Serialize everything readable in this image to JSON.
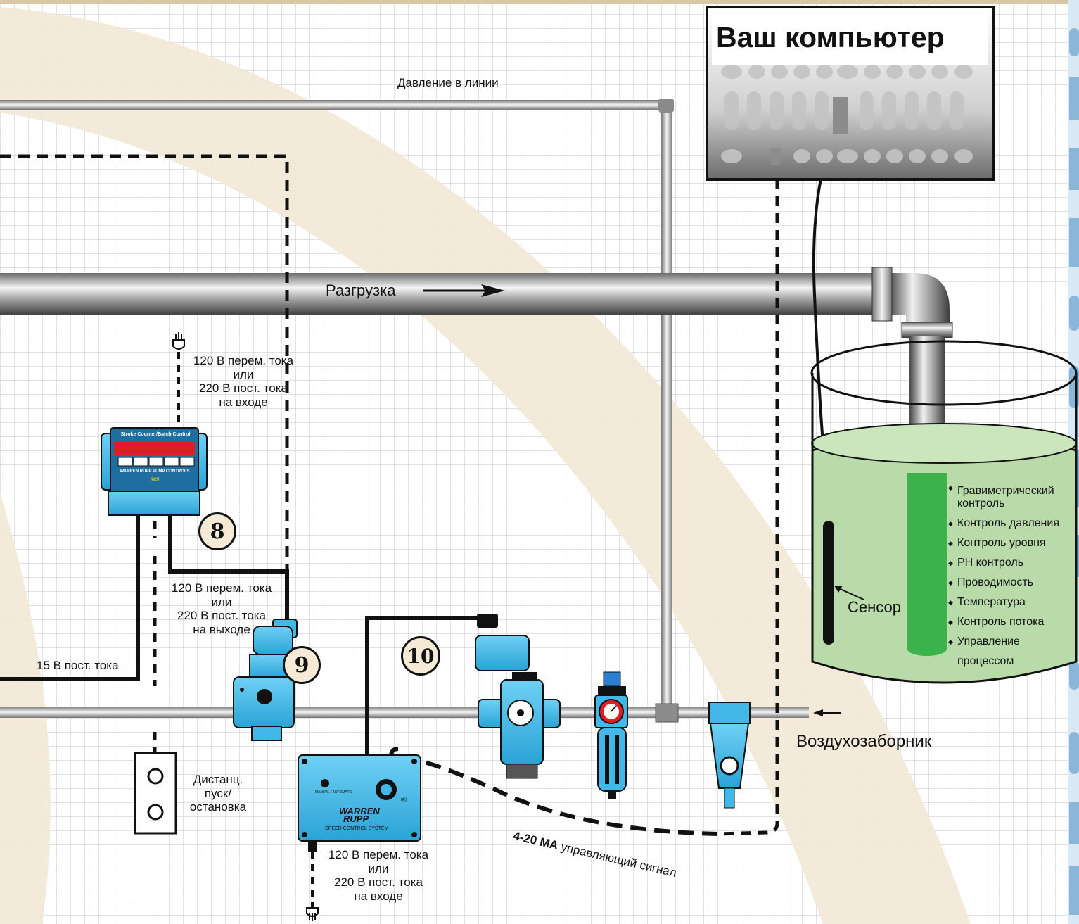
{
  "computer": {
    "title": "Ваш компьютер"
  },
  "labels": {
    "line_pressure": "Давление в линии",
    "discharge": "Разгрузка",
    "air_intake": "Воздухозаборник",
    "sensor": "Сенсор",
    "dc15": "15 В пост. тока",
    "remote": [
      "Дистанц.",
      "пуск/",
      "остановка"
    ],
    "power_in_top": [
      "120 В перем. тока",
      "или",
      "220 В пост. тока",
      "на входе"
    ],
    "power_out": [
      "120 В перем. тока",
      "или",
      "220 В пост. тока",
      "на выходе"
    ],
    "power_in_bottom": [
      "120 В перем. тока",
      "или",
      "220 В пост. тока",
      "на входе"
    ],
    "signal_bold": "4-20 MA",
    "signal_rest": "управляющий сигнал"
  },
  "badges": {
    "b8": "8",
    "b9": "9",
    "b10": "10"
  },
  "controller": {
    "title": "Stroke Counter/Batch Control",
    "brand": "WARREN RUPP PUMP CONTROLS",
    "logo": "RCX"
  },
  "speed_control": {
    "mode": "MANUAL / AUTOMATIC",
    "brand_line1": "WARREN",
    "brand_line2": "RUPP",
    "system": "SPEED CONTROL SYSTEM",
    "reg": "®"
  },
  "features": [
    "Гравиметрический контроль",
    "Контроль давления",
    "Контроль уровня",
    "PH контроль",
    "Проводимость",
    "Температура",
    "Контроль потока",
    "Управление процессом"
  ],
  "colors": {
    "grid": "#c8c8c8",
    "swoosh": "#f3eadb",
    "device_blue": "#41b8e8",
    "liquid": "#b9dba9",
    "probe_green": "#3cb34a",
    "pipe_dark": "#4e4e4e",
    "pipe_light": "#cfcfcf"
  }
}
